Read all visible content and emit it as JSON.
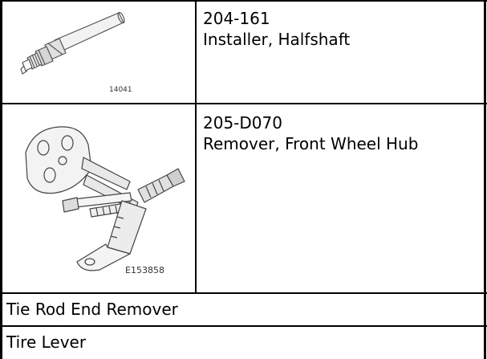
{
  "tools": [
    {
      "code": "204-161",
      "name": "Installer, Halfshaft",
      "figure_label": "14041"
    },
    {
      "code": "205-D070",
      "name": "Remover, Front Wheel Hub",
      "figure_label": "E153858"
    }
  ],
  "rows": [
    {
      "label": "Tie Rod End Remover"
    },
    {
      "label": "Tire Lever"
    }
  ]
}
